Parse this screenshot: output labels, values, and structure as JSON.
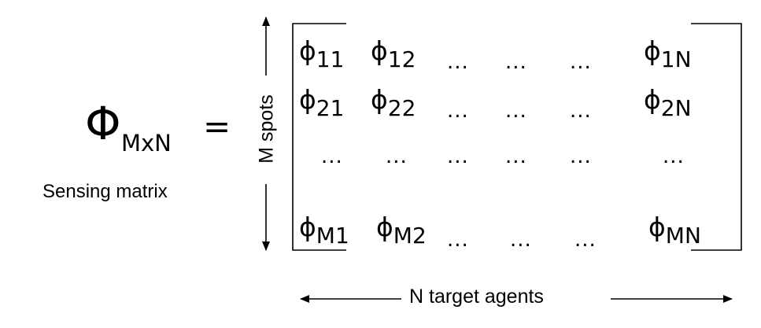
{
  "lhs": {
    "symbol": "Φ",
    "subscript": "MxN",
    "equals": "="
  },
  "sensing_label": "Sensing matrix",
  "row_label": "M spots",
  "col_label": "N target agents",
  "matrix": {
    "row1": {
      "c1": {
        "sym": "ϕ",
        "sub": "11"
      },
      "c2": {
        "sym": "ϕ",
        "sub": "12"
      },
      "d1": "...",
      "d2": "...",
      "d3": "...",
      "cN": {
        "sym": "ϕ",
        "sub": "1N"
      }
    },
    "row2": {
      "c1": {
        "sym": "ϕ",
        "sub": "21"
      },
      "c2": {
        "sym": "ϕ",
        "sub": "22"
      },
      "d1": "...",
      "d2": "...",
      "d3": "...",
      "cN": {
        "sym": "ϕ",
        "sub": "2N"
      }
    },
    "row3": {
      "d0": "...",
      "d1": "...",
      "d2": "...",
      "d3": "...",
      "d4": "...",
      "d5": "..."
    },
    "rowM": {
      "c1": {
        "sym": "ϕ",
        "sub": "M1"
      },
      "c2": {
        "sym": "ϕ",
        "sub": "M2"
      },
      "d1": "...",
      "d2": "...",
      "d3": "...",
      "cN": {
        "sym": "ϕ",
        "sub": "MN"
      }
    }
  },
  "colors": {
    "ink": "#000000",
    "background": "#ffffff"
  }
}
